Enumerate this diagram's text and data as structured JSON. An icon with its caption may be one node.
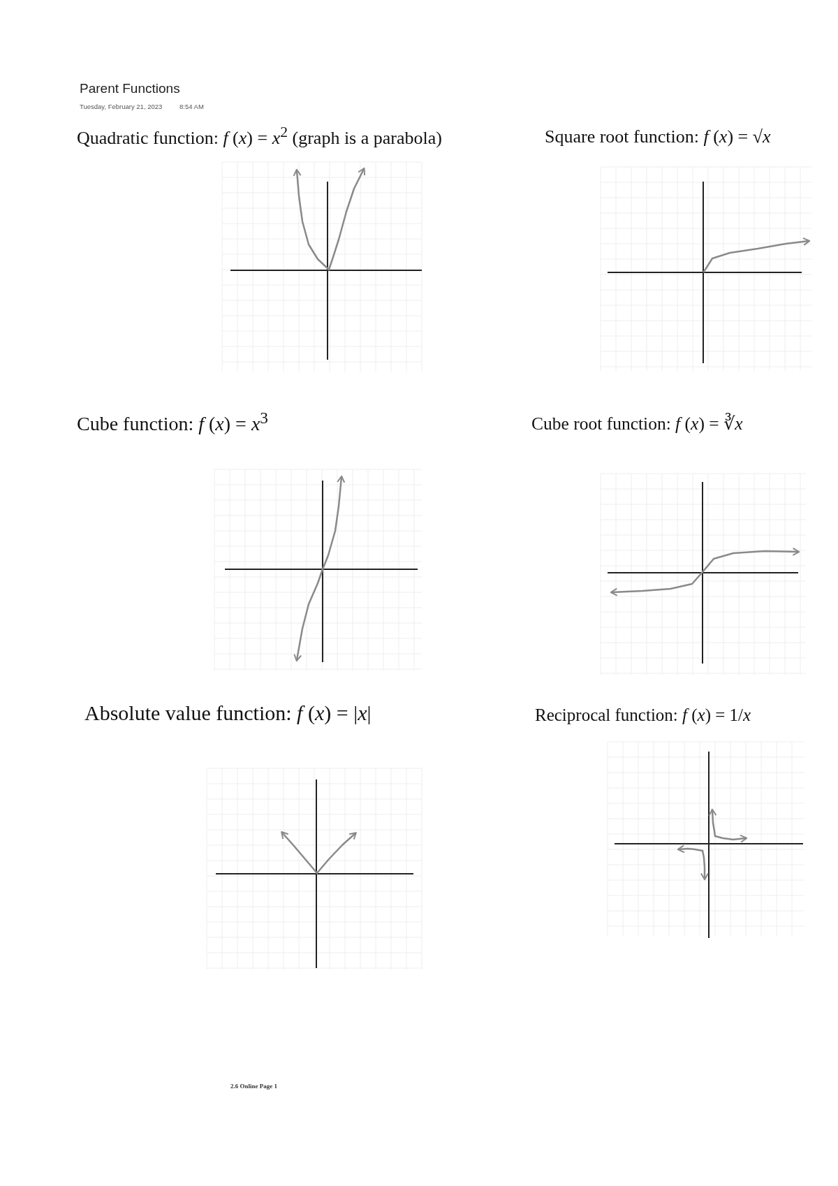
{
  "diagram": {
    "title": "Parent Functions",
    "labels": [
      "Tuesday, February 21, 2023",
      "8:54 AM",
      "Quadratic function: *f* (*x*) = *x*$^{2}$ (graph is a parabola)",
      "Square root function: *f* (*x*) = √*x*",
      "Cube function: *f* (*x*) = *x*$^{3}$",
      "Cube root function: *f* (*x*) = ∛*x*",
      "Absolute value function: *f* (*x*) = |*x*|",
      "Reciprocal function: *f* (*x*) = 1/*x*",
      "2.6 Online Page 1"
    ]
  }
}
